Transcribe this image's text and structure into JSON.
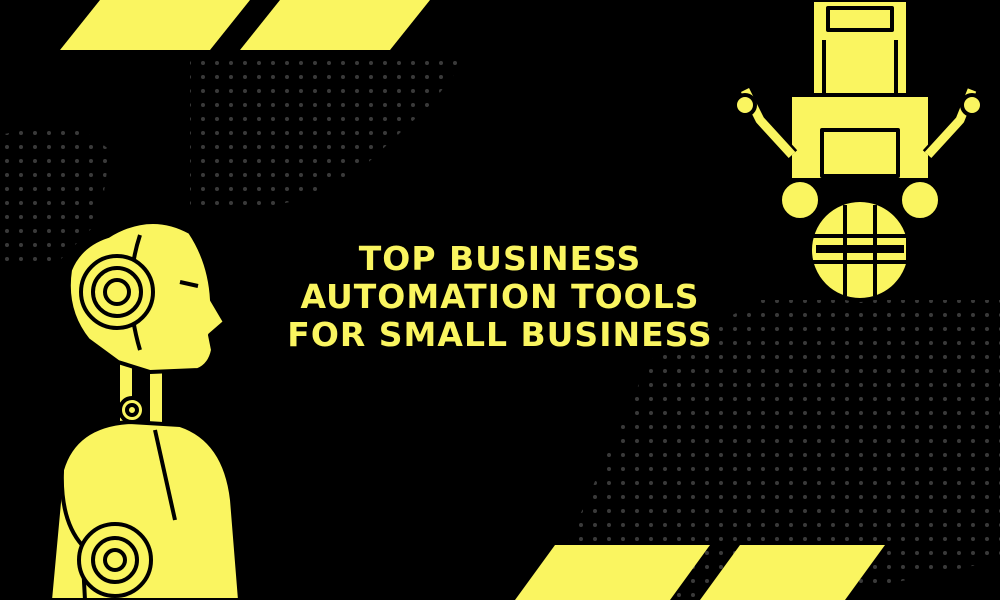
{
  "headline": {
    "line1": "TOP BUSINESS",
    "line2": "AUTOMATION TOOLS",
    "line3": "FOR SMALL BUSINESS"
  },
  "colors": {
    "background": "#000000",
    "accent": "#FAF560",
    "outline": "#000000",
    "dots": "#3a3a3a"
  },
  "icons": [
    "humanoid-robot-icon",
    "robotic-arm-icon"
  ]
}
